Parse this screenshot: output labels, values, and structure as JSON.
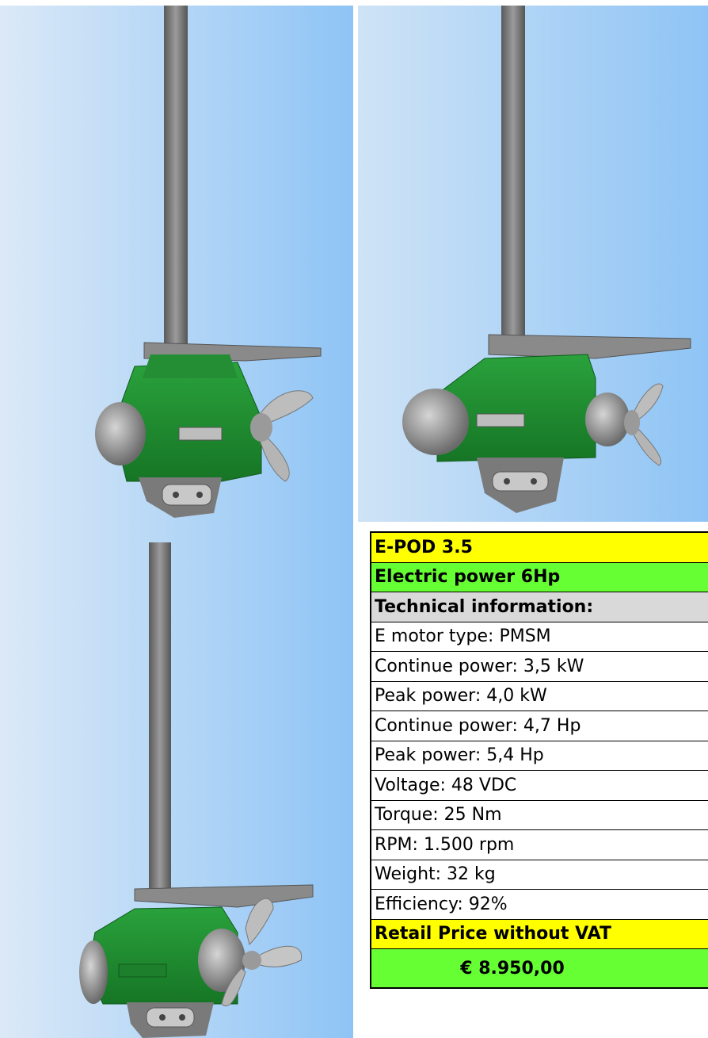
{
  "images": [
    {
      "name": "pod-motor-view-front",
      "icon": "electric-pod-motor-icon"
    },
    {
      "name": "pod-motor-view-side",
      "icon": "electric-pod-motor-icon"
    },
    {
      "name": "pod-motor-view-rear",
      "icon": "electric-pod-motor-icon"
    }
  ],
  "colors": {
    "background_light": "#cfe3f6",
    "background_dark": "#8ec4f5",
    "motor_green": "#1f8f2f",
    "metal_grey": "#8a8a8a",
    "yellow": "#ffff00",
    "green": "#66ff33",
    "grey": "#d9d9d9"
  },
  "spec": {
    "product_name": "E-POD 3.5",
    "electric_power": "Electric power 6Hp",
    "section_title": "Technical information:",
    "rows": [
      "E motor type:  PMSM",
      "Continue power: 3,5 kW",
      "Peak power: 4,0 kW",
      "Continue power: 4,7 Hp",
      "Peak power: 5,4 Hp",
      "Voltage: 48 VDC",
      "Torque: 25 Nm",
      "RPM: 1.500 rpm",
      "Weight: 32 kg",
      "Efficiency: 92%"
    ],
    "price_label": "Retail Price without VAT",
    "price_value": "€ 8.950,00"
  }
}
